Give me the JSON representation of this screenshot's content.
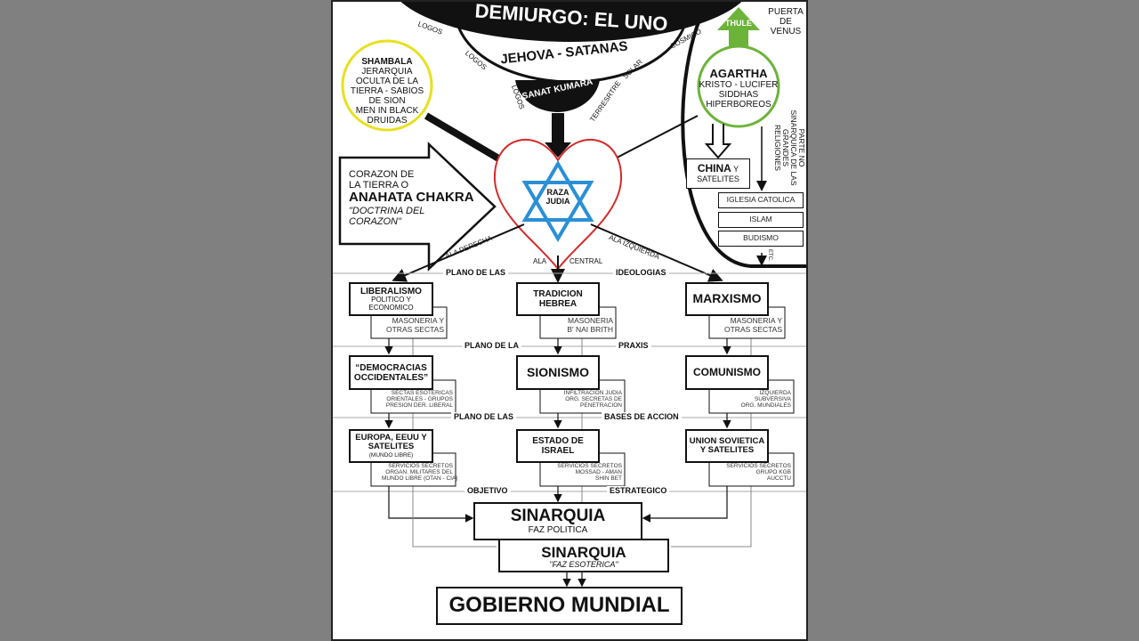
{
  "top": {
    "demiurgo": "DEMIURGO: EL UNO",
    "jehova": "JEHOVA - SATANAS",
    "sanat": "SANAT KUMARA",
    "logos_cosmico": [
      "LOGOS",
      "COSMICO"
    ],
    "logos_solar": [
      "LOGOS",
      "SOLAR"
    ],
    "logos_terrestre": [
      "LOGOS",
      "TERRESRTRE"
    ]
  },
  "shambala": {
    "title": "SHAMBALA",
    "lines": [
      "JERARQUIA",
      "OCULTA DE LA",
      "TIERRA - SABIOS",
      "DE SION",
      "MEN IN BLACK",
      "DRUIDAS"
    ]
  },
  "agartha": {
    "title": "AGARTHA",
    "lines": [
      "KRISTO - LUCIFER",
      "SIDDHAS",
      "HIPERBOREOS"
    ],
    "thule": "THULE",
    "puerta": [
      "PUERTA",
      "DE",
      "VENUS"
    ]
  },
  "corazon": {
    "l1": "CORAZON DE",
    "l2": "LA TIERRA O",
    "l3": "ANAHATA CHAKRA",
    "l4": "\"DOCTRINA DEL",
    "l5": "CORAZON\""
  },
  "raza": [
    "RAZA",
    "JUDIA"
  ],
  "alas": {
    "derecha": "ALA DERECHA",
    "central_1": "ALA",
    "central_2": "CENTRAL",
    "izquierda": "ALA IZQUIERDA"
  },
  "china": {
    "bold": "CHINA",
    "y": "Y",
    "sub": "SATELITES"
  },
  "religiones": {
    "note": "PARTE NO SINARQUICA DE LAS GRANDES RELIGIONES",
    "items": [
      "IGLESIA CATOLICA",
      "ISLAM",
      "BUDISMO"
    ],
    "etc": "ETC."
  },
  "planes": [
    [
      "PLANO DE LAS",
      "IDEOLOGIAS"
    ],
    [
      "PLANO DE LA",
      "PRAXIS"
    ],
    [
      "PLANO DE LAS",
      "BASES DE ACCION"
    ],
    [
      "OBJETIVO",
      "ESTRATEGICO"
    ]
  ],
  "row1": [
    {
      "title": "LIBERALISMO",
      "sub": "POLITICO Y ECONOMICO",
      "side": [
        "MASONERIA Y",
        "OTRAS SECTAS"
      ]
    },
    {
      "title": "TRADICION HEBREA",
      "sub": "",
      "side": [
        "MASONERIA",
        "B' NAI BRITH"
      ]
    },
    {
      "title": "MARXISMO",
      "sub": "",
      "side": [
        "MASONERIA Y",
        "OTRAS SECTAS"
      ]
    }
  ],
  "row2": [
    {
      "title": "“DEMOCRACIAS OCCIDENTALES”",
      "side": [
        "SECTAS ESOTERICAS",
        "ORIENTALES - GRUPOS",
        "PRESION DER. LIBERAL"
      ]
    },
    {
      "title": "SIONISMO",
      "side": [
        "INFILTRACION JUDIA",
        "ORG. SECRETAS DE",
        "PENETRACION"
      ]
    },
    {
      "title": "COMUNISMO",
      "side": [
        "IZQUIERDA",
        "SUBVERSIVA",
        "ORG. MUNDIALES"
      ]
    }
  ],
  "row3": [
    {
      "title": "EUROPA, EEUU Y SATELITES",
      "sub": "(MUNDO LIBRE)",
      "side": [
        "SERVICIOS SECRETOS",
        "ORGAN. MILITARES DEL",
        "MUNDO LIBRE (OTAN - CIA)"
      ]
    },
    {
      "title": "ESTADO DE ISRAEL",
      "sub": "",
      "side": [
        "SERVICIOS SECRETOS",
        "MOSSAD - AMAN",
        "SHIN BET"
      ]
    },
    {
      "title": "UNION SOVIETICA Y SATELITES",
      "sub": "",
      "side": [
        "SERVICIOS SECRETOS",
        "GRUPO KGB",
        "AUCCTU"
      ]
    }
  ],
  "sinarquia1": {
    "title": "SINARQUIA",
    "sub": "FAZ POLITICA"
  },
  "sinarquia2": {
    "title": "SINARQUIA",
    "sub": "\"FAZ ESOTERICA\""
  },
  "gobierno": "GOBIERNO  MUNDIAL",
  "colors": {
    "heart": "#d42a2a",
    "star": "#2a8fd6",
    "shambala": "#e8e020",
    "agartha": "#6cb33a"
  }
}
